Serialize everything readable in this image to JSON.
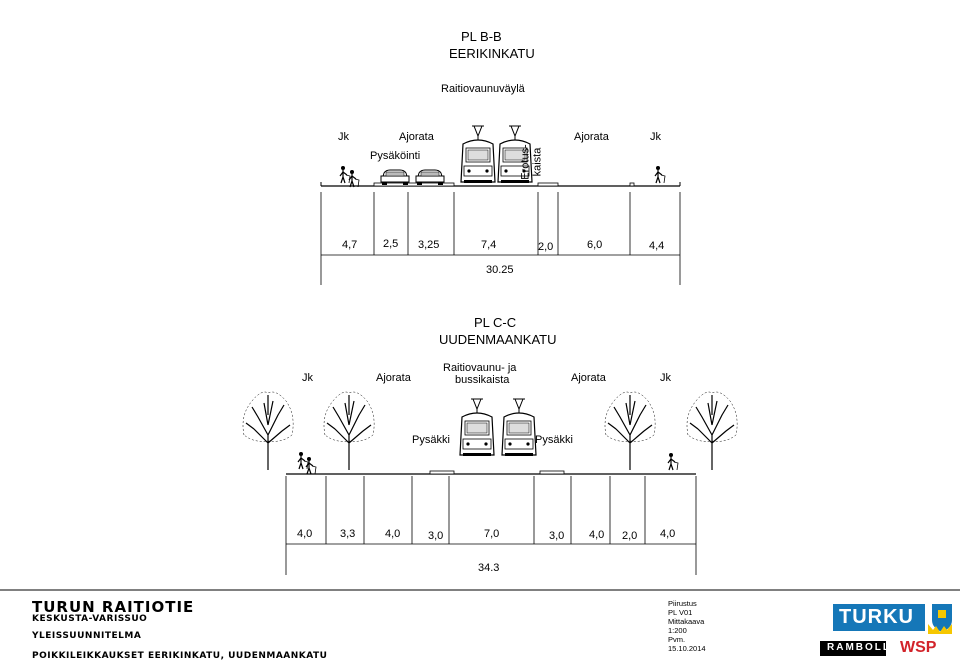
{
  "section_bb": {
    "title": "PL B-B",
    "street": "EERIKINKATU",
    "tram_label": "Raitiovaunuväylä",
    "labels": {
      "jk_left": "Jk",
      "ajorata_left": "Ajorata",
      "pysakointi": "Pysäköinti",
      "erotus_line1": "Erotus-",
      "erotus_line2": "kaista",
      "ajorata_right": "Ajorata",
      "jk_right": "Jk"
    },
    "dims": [
      "4,7",
      "2,5",
      "3,25",
      "7,4",
      "2,0",
      "6,0",
      "4,4"
    ],
    "total": "30.25"
  },
  "section_cc": {
    "title": "PL C-C",
    "street": "UUDENMAANKATU",
    "labels": {
      "jk_left": "Jk",
      "ajorata_left": "Ajorata",
      "tram_line1": "Raitiovaunu- ja",
      "tram_line2": "bussikaista",
      "ajorata_right": "Ajorata",
      "jk_right": "Jk",
      "pysakki_left": "Pysäkki",
      "pysakki_right": "Pysäkki"
    },
    "dims": [
      "4,0",
      "3,3",
      "4,0",
      "3,0",
      "7,0",
      "3,0",
      "4,0",
      "2,0",
      "4,0"
    ],
    "total": "34.3"
  },
  "title_block": {
    "project": "TURUN RAITIOTIE",
    "area": "KESKUSTA-VARISSUO",
    "plan": "YLEISSUUNNITELMA",
    "sheet_title": "POIKKILEIKKAUKSET EERIKINKATU, UUDENMAANKATU",
    "piirustus_label": "Piirustus",
    "piirustus_value": "PL V01",
    "mittakaava_label": "Mittakaava",
    "mittakaava_value": "1:200",
    "pvm_label": "Pvm.",
    "pvm_value": "15.10.2014"
  },
  "logos": {
    "turku": "TURKU",
    "ramboll": "RAMBOLL",
    "wsp": "WSP"
  },
  "colors": {
    "turku_blue": "#1577b8",
    "wsp_red": "#d2232a"
  }
}
